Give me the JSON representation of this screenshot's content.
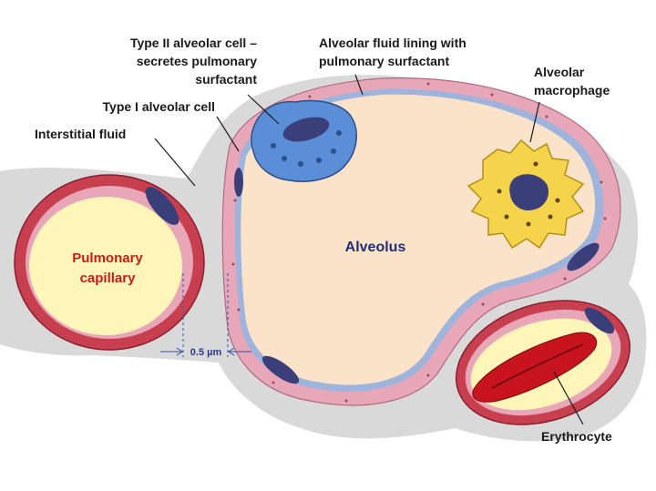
{
  "labels": {
    "type2_line1": "Type II alveolar cell –",
    "type2_line2": "secretes pulmonary",
    "type2_line3": "surfactant",
    "fluid_line1": "Alveolar fluid lining with",
    "fluid_line2": "pulmonary surfactant",
    "macro_line1": "Alveolar",
    "macro_line2": "macrophage",
    "type1": "Type I alveolar cell",
    "interstitial": "Interstitial fluid",
    "alveolus": "Alveolus",
    "capillary_line1": "Pulmonary",
    "capillary_line2": "capillary",
    "distance": "0.5 µm",
    "erythrocyte": "Erythrocyte"
  },
  "colors": {
    "background_tissue": "#d9d9d9",
    "alveolus_fill": "#fbe3c9",
    "epithelium_pink": "#e7a7b8",
    "fluid_lining_blue": "#9fb4dc",
    "capillary_wall_red": "#c8404f",
    "capillary_lumen": "#fdf6b8",
    "type2_cell_blue": "#5a8ed6",
    "macrophage_yellow": "#f5d34a",
    "nucleus_navy": "#3a3f7a",
    "erythrocyte_red": "#c8141e",
    "alveolus_text": "#1f2f7a",
    "capillary_text": "#cc1a1a"
  }
}
